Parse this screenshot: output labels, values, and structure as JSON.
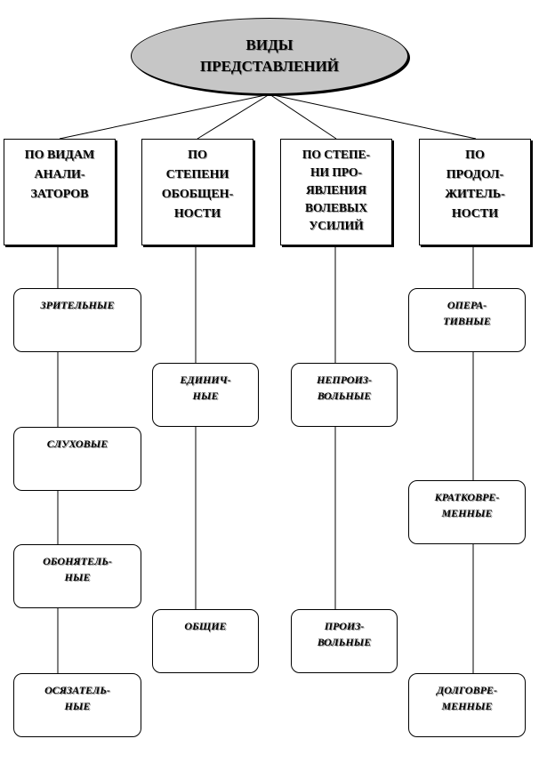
{
  "root": {
    "line1": "ВИДЫ",
    "line2": "ПРЕДСТАВЛЕНИЙ"
  },
  "categories": [
    {
      "lines": [
        "ПО ВИДАМ",
        "АНАЛИ-",
        "ЗАТОРОВ"
      ]
    },
    {
      "lines": [
        "ПО",
        "СТЕПЕНИ",
        "ОБОБЩЕН-",
        "НОСТИ"
      ]
    },
    {
      "lines": [
        "ПО СТЕПЕ-",
        "НИ ПРО-",
        "ЯВЛЕНИЯ",
        "ВОЛЕВЫХ",
        "УСИЛИЙ"
      ]
    },
    {
      "lines": [
        "ПО",
        "ПРОДОЛ-",
        "ЖИТЕЛЬ-",
        "НОСТИ"
      ]
    }
  ],
  "leaves": {
    "analyzers": [
      {
        "lines": [
          "ЗРИТЕЛЬНЫЕ"
        ]
      },
      {
        "lines": [
          "СЛУХОВЫЕ"
        ]
      },
      {
        "lines": [
          "ОБОНЯТЕЛЬ-",
          "НЫЕ"
        ]
      },
      {
        "lines": [
          "ОСЯЗАТЕЛЬ-",
          "НЫЕ"
        ]
      }
    ],
    "generalization": [
      {
        "lines": [
          "ЕДИНИЧ-",
          "НЫЕ"
        ]
      },
      {
        "lines": [
          "ОБЩИЕ"
        ]
      }
    ],
    "volition": [
      {
        "lines": [
          "НЕПРОИЗ-",
          "ВОЛЬНЫЕ"
        ]
      },
      {
        "lines": [
          "ПРОИЗ-",
          "ВОЛЬНЫЕ"
        ]
      }
    ],
    "duration": [
      {
        "lines": [
          "ОПЕРА-",
          "ТИВНЫЕ"
        ]
      },
      {
        "lines": [
          "КРАТКОВРЕ-",
          "МЕННЫЕ"
        ]
      },
      {
        "lines": [
          "ДОЛГОВРЕ-",
          "МЕННЫЕ"
        ]
      }
    ]
  }
}
